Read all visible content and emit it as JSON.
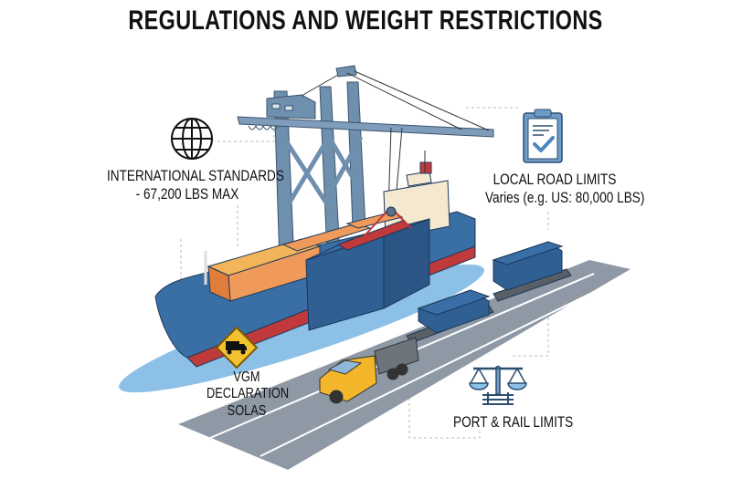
{
  "title": "REGULATIONS AND WEIGHT RESTRICTIONS",
  "callouts": {
    "international": {
      "icon": "globe-icon",
      "line1": "INTERNATIONAL STANDARDS",
      "line2": "- 67,200 LBS MAX"
    },
    "local_road": {
      "icon": "clipboard-check-icon",
      "line1": "LOCAL ROAD LIMITS",
      "line2": "Varies (e.g. US: 80,000 LBS)"
    },
    "vgm": {
      "icon": "truck-warning-sign-icon",
      "line1": "VGM",
      "line2": "DECLARATION",
      "line3": "SOLAS"
    },
    "port_rail": {
      "icon": "scale-rail-icon",
      "line1": "PORT & RAIL LIMITS"
    }
  },
  "illustration": {
    "elements": [
      "gantry-crane",
      "container-ship",
      "hoisted-container",
      "semi-truck",
      "rail-flatcars-with-containers",
      "road"
    ],
    "colors": {
      "crane": "#6f8fae",
      "ship_hull": "#3a6fa6",
      "ship_bottom": "#c0393b",
      "water": "#8cc0e6",
      "container_blue": "#2f5f93",
      "container_orange": "#ef9a5a",
      "container_yellow": "#f4b45a",
      "superstructure": "#f4e9d0",
      "truck": "#f3b62b",
      "road": "#8e99a5",
      "sign": "#f2c230"
    }
  }
}
